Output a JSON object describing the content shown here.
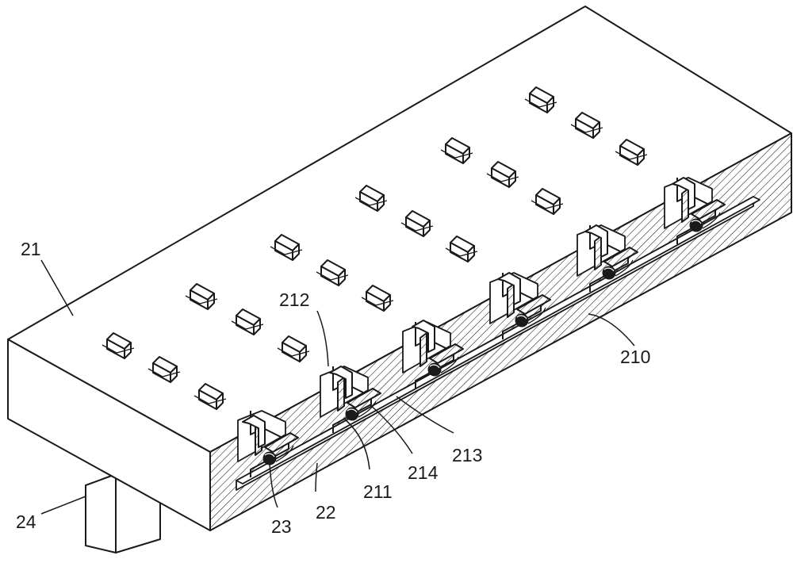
{
  "figure": {
    "colors": {
      "line": "#1a1a1a",
      "background": "#ffffff"
    },
    "parts": [
      {
        "id": "plate",
        "label": "21"
      },
      {
        "id": "channel",
        "label": "210"
      },
      {
        "id": "slot",
        "label": "211"
      },
      {
        "id": "hook",
        "label": "212"
      },
      {
        "id": "groove",
        "label": "213"
      },
      {
        "id": "recess",
        "label": "214"
      },
      {
        "id": "clamp",
        "label": "22"
      },
      {
        "id": "roller",
        "label": "23"
      },
      {
        "id": "post",
        "label": "24"
      }
    ]
  }
}
